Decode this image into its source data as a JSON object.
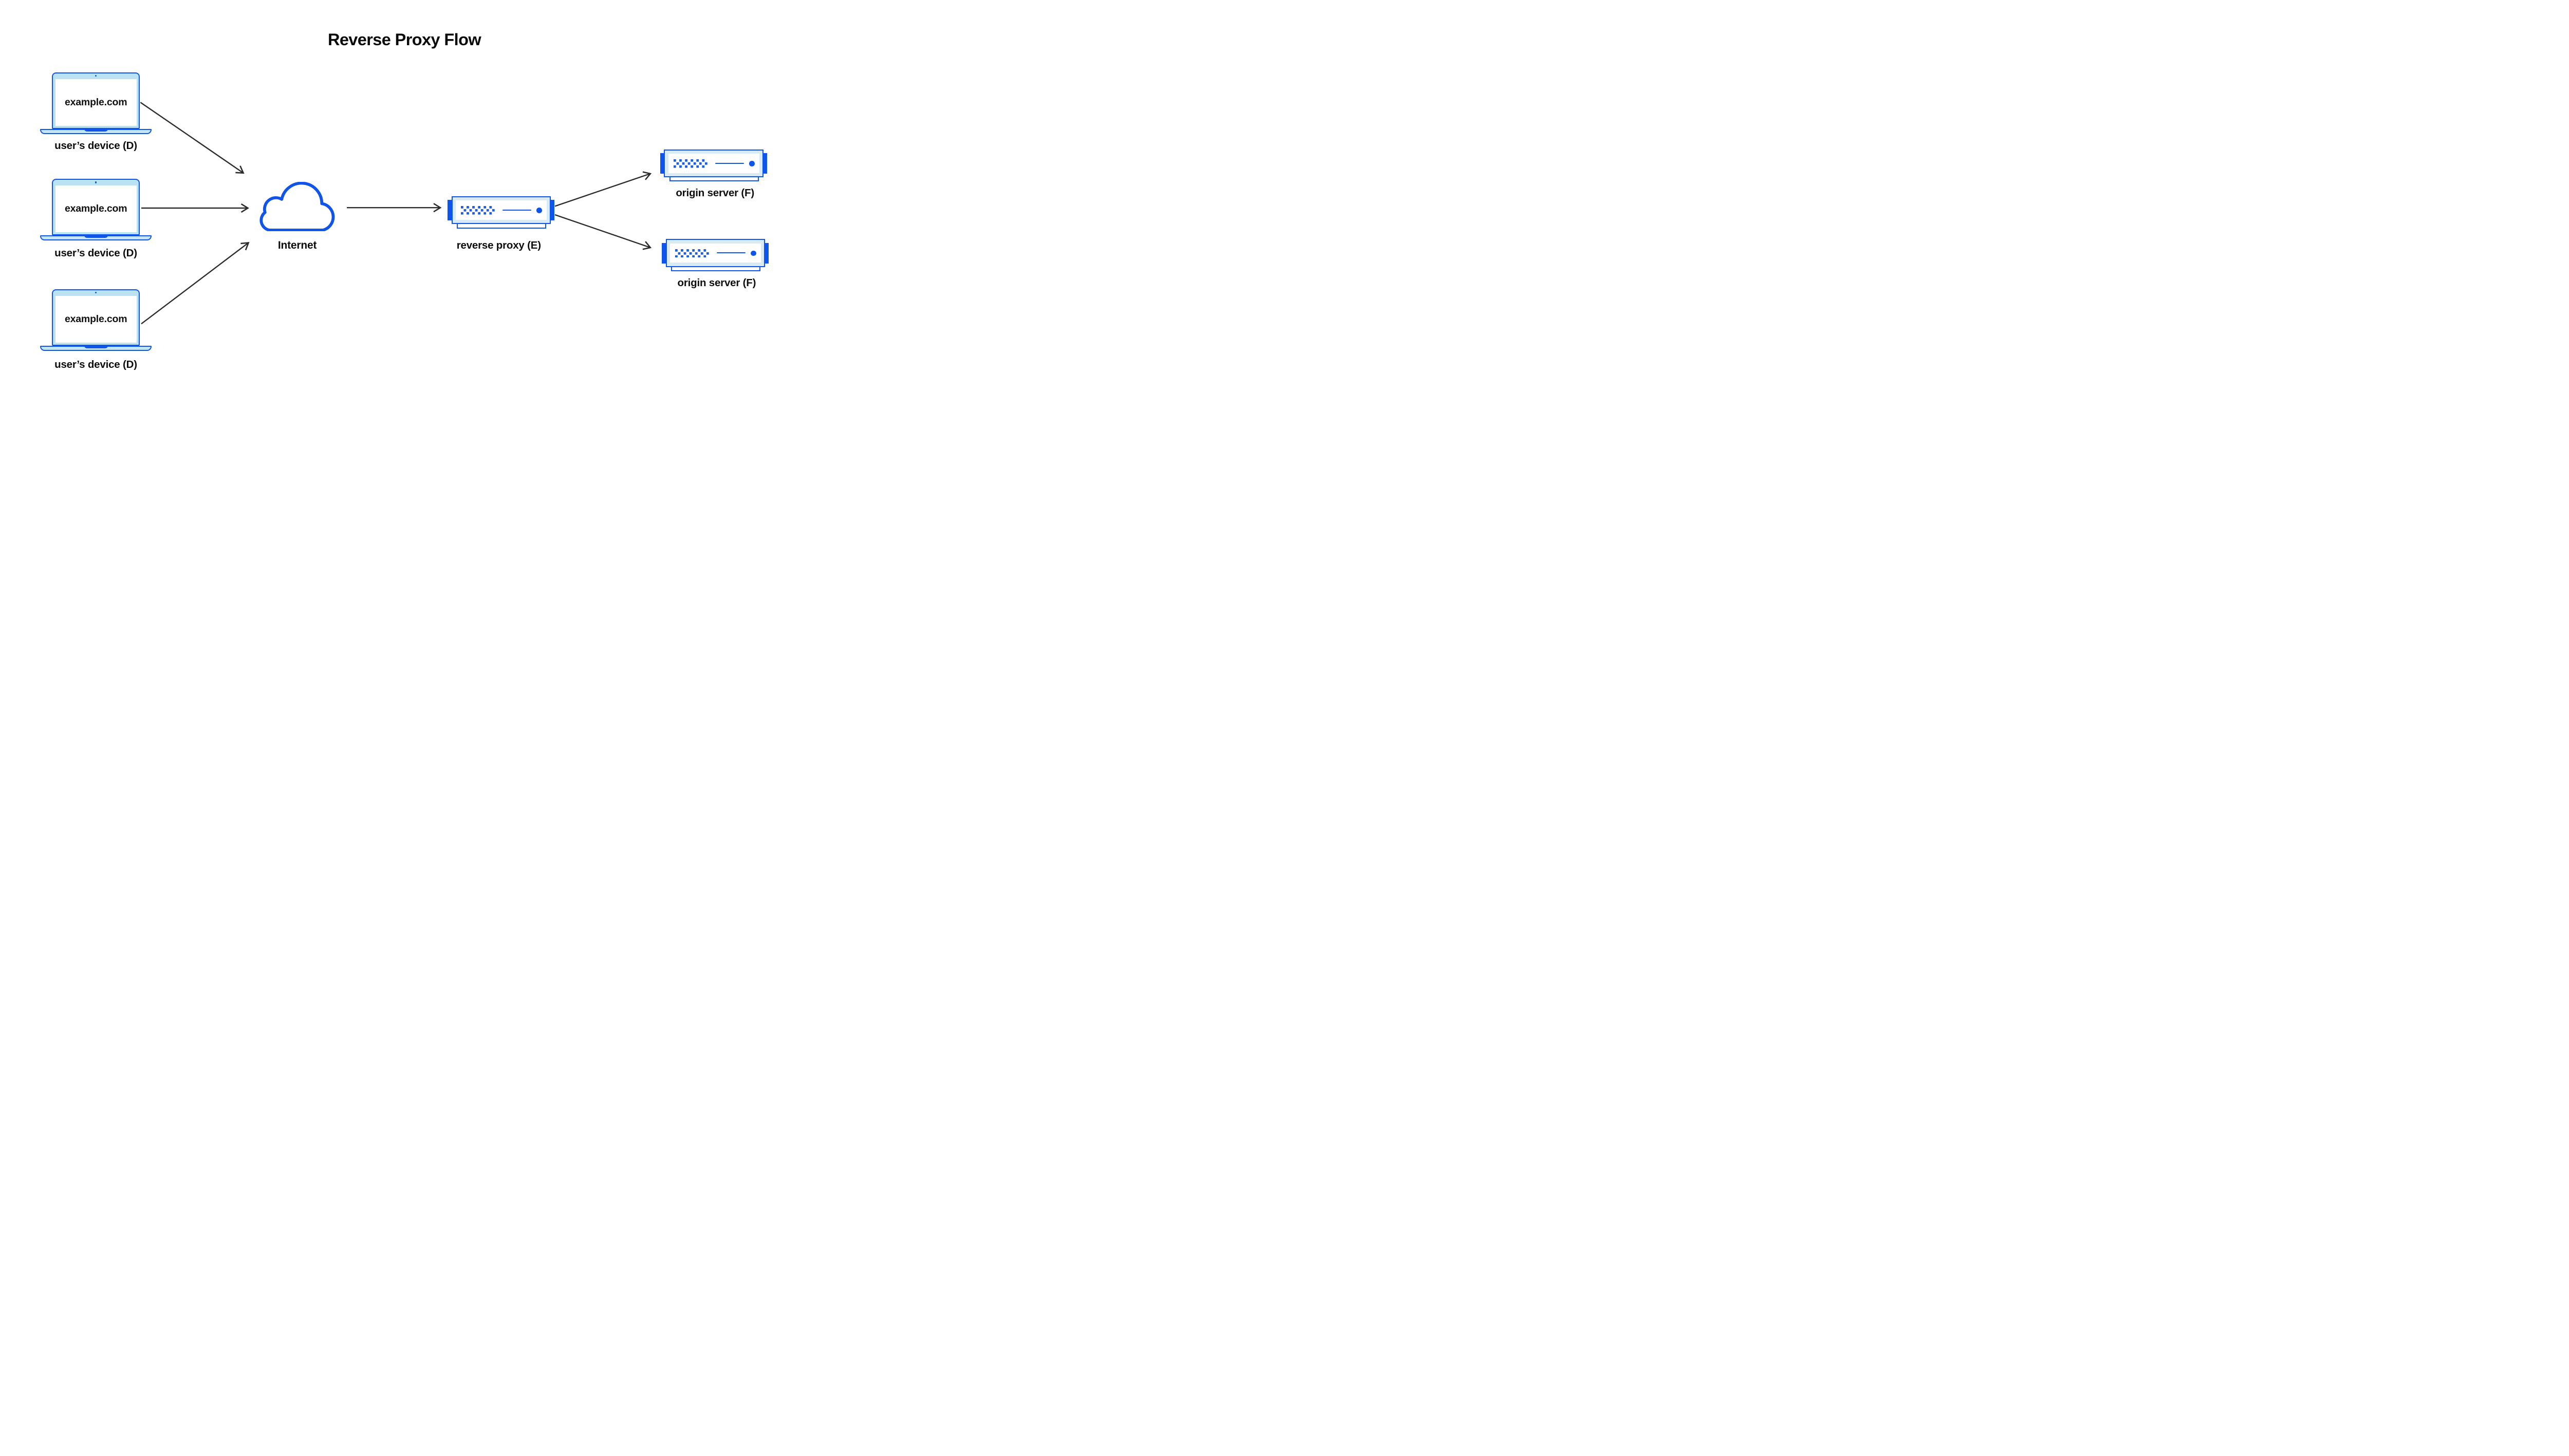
{
  "title": "Reverse Proxy Flow",
  "devices": [
    {
      "icon": "laptop-icon",
      "screen_text": "example.com",
      "label": "user’s device (D)"
    },
    {
      "icon": "laptop-icon",
      "screen_text": "example.com",
      "label": "user’s device (D)"
    },
    {
      "icon": "laptop-icon",
      "screen_text": "example.com",
      "label": "user’s device (D)"
    }
  ],
  "internet": {
    "icon": "cloud-icon",
    "label": "Internet"
  },
  "proxy": {
    "icon": "server-icon",
    "label": "reverse proxy (E)"
  },
  "origins": [
    {
      "icon": "server-icon",
      "label": "origin server (F)"
    },
    {
      "icon": "server-icon",
      "label": "origin server (F)"
    }
  ],
  "flows": [
    {
      "from": "user’s device (D) #1",
      "to": "Internet"
    },
    {
      "from": "user’s device (D) #2",
      "to": "Internet"
    },
    {
      "from": "user’s device (D) #3",
      "to": "Internet"
    },
    {
      "from": "Internet",
      "to": "reverse proxy (E)"
    },
    {
      "from": "reverse proxy (E)",
      "to": "origin server (F) #1"
    },
    {
      "from": "reverse proxy (E)",
      "to": "origin server (F) #2"
    }
  ],
  "colors": {
    "primary_blue": "#1155E8",
    "tab_blue": "#0E55EC",
    "dot_blue": "#1D5FDC",
    "laptop_fill": "#B9E2F3",
    "server_fill": "#D8EAF3",
    "arrow": "#2B2B2B",
    "text": "#0D0D0D",
    "background": "#FFFFFF"
  }
}
